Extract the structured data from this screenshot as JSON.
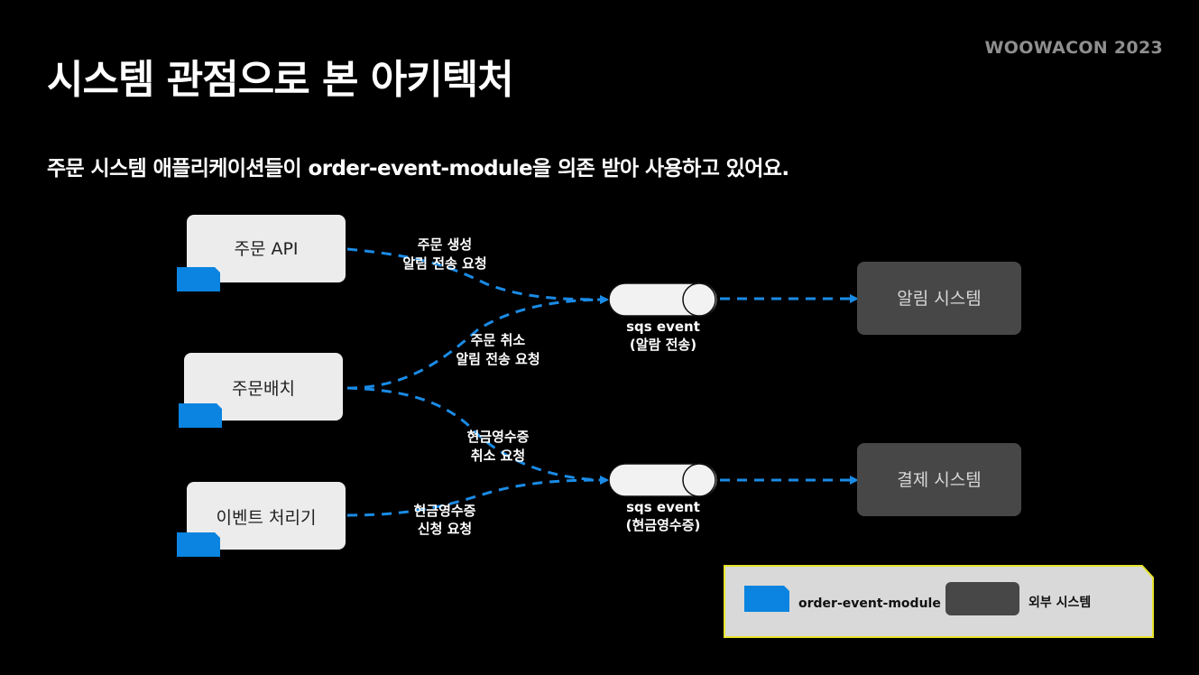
{
  "brand": "WOOWACON 2023",
  "title": "시스템 관점으로 본 아키텍처",
  "subtitle": "주문 시스템 애플리케이션들이 order-event-module을 의존 받아 사용하고 있어요.",
  "nodes": {
    "order_api": "주문 API",
    "order_batch": "주문배치",
    "event_processing": "이벤트 처리기",
    "alarm_system": "알림 시스템",
    "payment_system": "결제 시스템"
  },
  "queues": {
    "alarm": {
      "line1": "sqs event",
      "line2": "(알람 전송)"
    },
    "receipt": {
      "line1": "sqs event",
      "line2": "(현금영수증)"
    }
  },
  "edge_labels": {
    "api_to_alarm": {
      "line1": "주문 생성",
      "line2": "알림 전송 요청"
    },
    "batch_to_alarm": {
      "line1": "주문 취소",
      "line2": "알림 전송 요청"
    },
    "batch_to_receipt": {
      "line1": "현금영수증",
      "line2": "취소 요청"
    },
    "event_to_receipt": {
      "line1": "현금영수증",
      "line2": "신청 요청"
    }
  },
  "legend": {
    "module": "order-event-module",
    "external": "외부 시스템"
  },
  "colors": {
    "background": "#000000",
    "module_blue": "#0a84e0",
    "arrow_blue": "#1a8be6",
    "app_box": "#ececec",
    "external_box": "#474747",
    "legend_bg": "#d9d9d9",
    "legend_border": "#e6e42c"
  }
}
